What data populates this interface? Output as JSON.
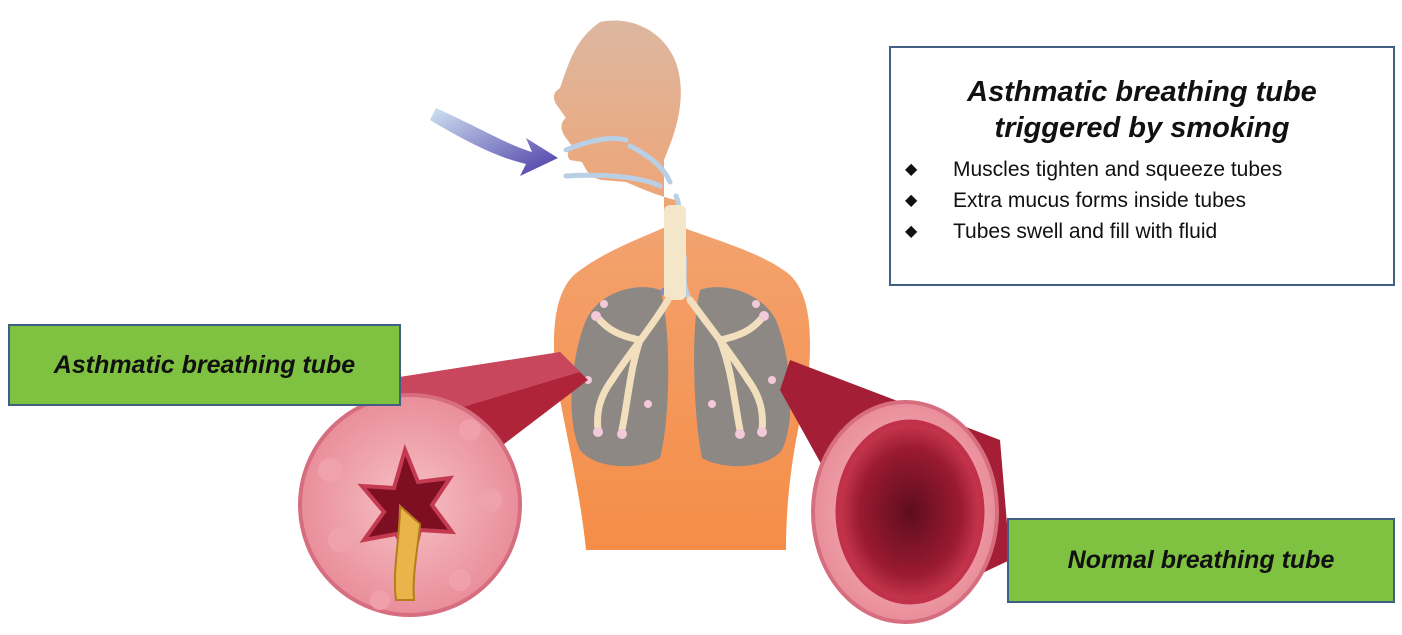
{
  "info_box": {
    "title": "Asthmatic breathing tube triggered by smoking",
    "items": [
      "Muscles tighten and squeeze tubes",
      "Extra mucus forms inside tubes",
      "Tubes swell and fill with fluid"
    ],
    "bullet_icon": "diamond-bullet-icon"
  },
  "labels": {
    "asthmatic": "Asthmatic breathing tube",
    "normal": "Normal breathing tube"
  },
  "colors": {
    "label_fill": "#7fc241",
    "box_border": "#3f5f84",
    "body": "#f29a62",
    "lungs": "#8a8582",
    "airway_tissue": "#f3a9b3",
    "airway_lumen": "#b0243a"
  }
}
